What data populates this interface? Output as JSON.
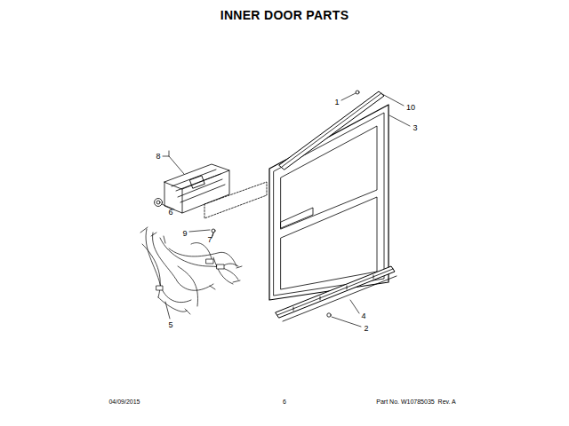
{
  "diagram": {
    "title": "INNER DOOR PARTS",
    "labels": [
      "1",
      "10",
      "3",
      "8",
      "6",
      "9",
      "7",
      "5",
      "4",
      "2",
      "04/09/2015",
      "6",
      "Part No. W10785035  Rev. A"
    ]
  }
}
